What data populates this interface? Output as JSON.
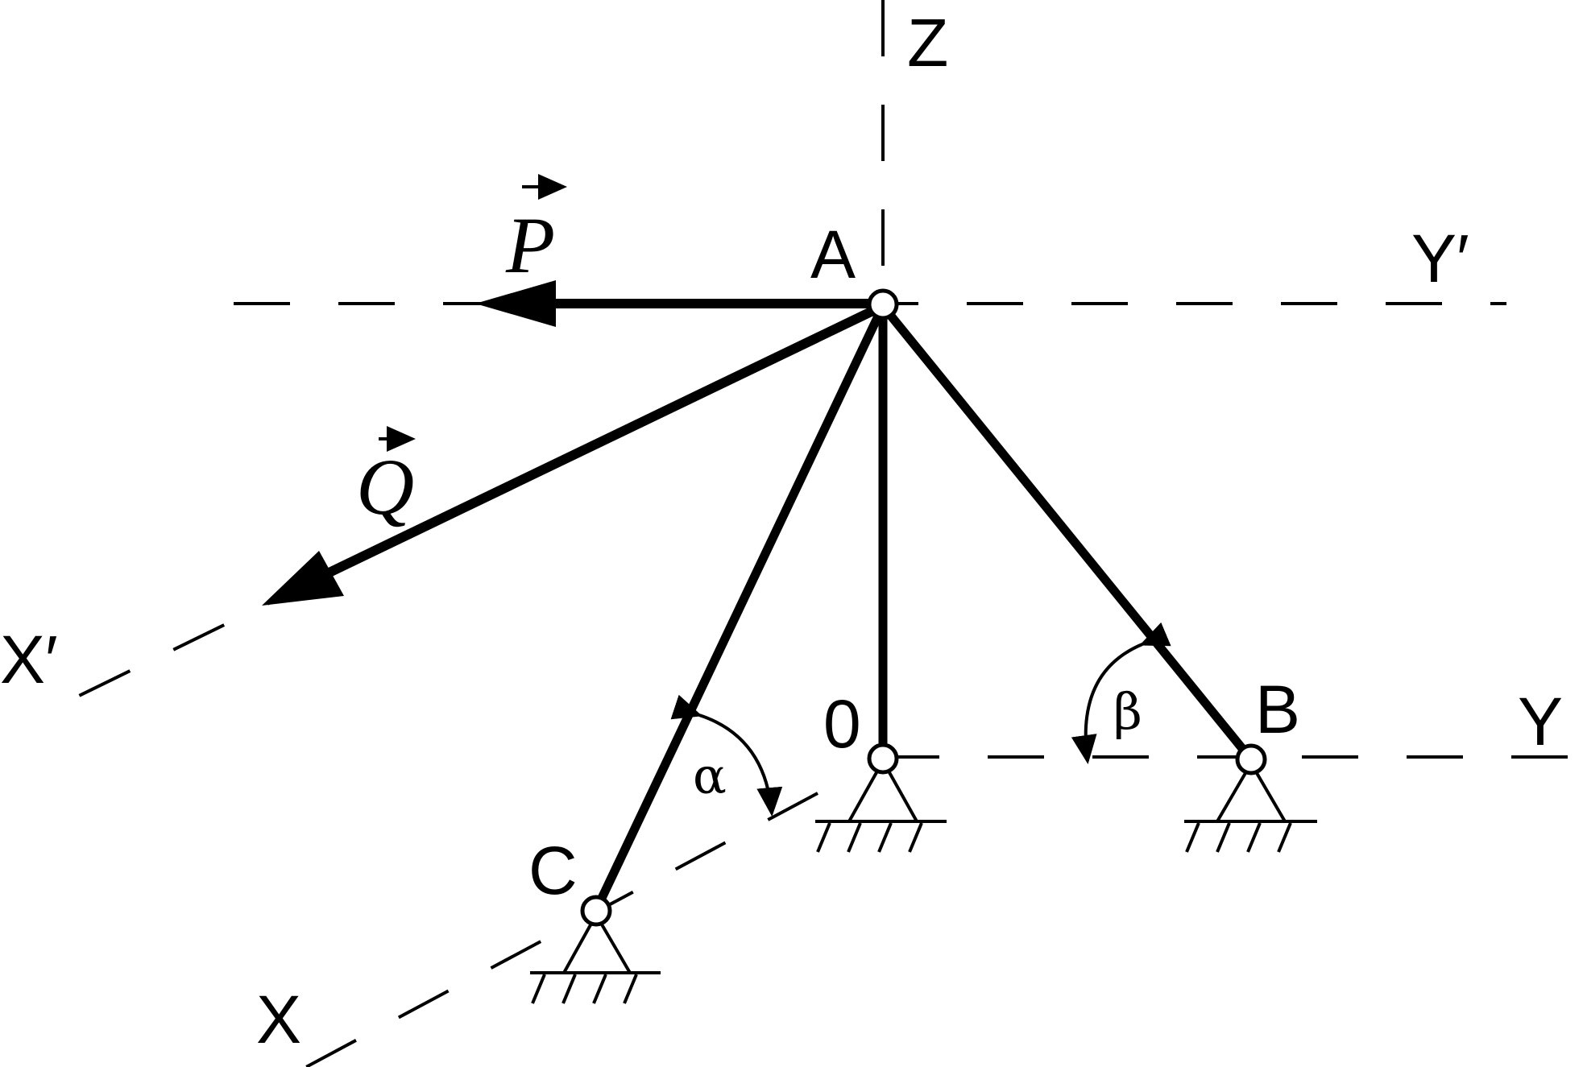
{
  "axes": {
    "z": "Z",
    "y": "Y",
    "y_prime": "Y′",
    "x": "X",
    "x_prime": "X′"
  },
  "points": {
    "a": "A",
    "b": "B",
    "c": "C",
    "o": "0"
  },
  "forces": {
    "p": "P",
    "q": "Q"
  },
  "angles": {
    "alpha": "α",
    "beta": "β"
  }
}
